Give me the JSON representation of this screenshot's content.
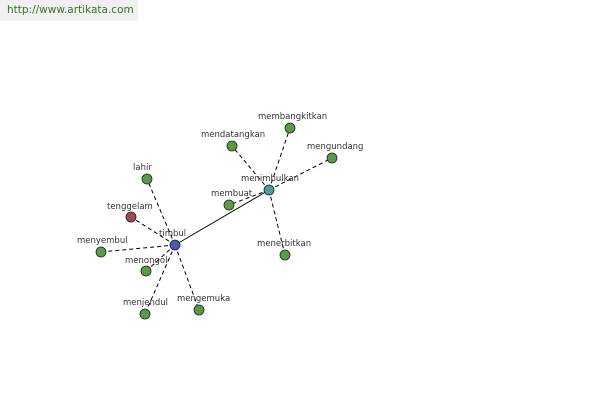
{
  "header": {
    "url": "http://www.artikata.com"
  },
  "colors": {
    "background": "#ffffff",
    "banner_background": "#f0f0f0",
    "banner_text": "#3d6f2c",
    "node_default": "#5a9a4a",
    "node_root": "#4a56b0",
    "node_hub": "#4f9a9a",
    "node_highlight": "#a04a4a",
    "edge": "#000000"
  },
  "graph": {
    "nodes": [
      {
        "id": "timbul",
        "label": "timbul",
        "role": "root"
      },
      {
        "id": "menimbulkan",
        "label": "menimbulkan",
        "role": "hub"
      },
      {
        "id": "membangkitkan",
        "label": "membangkitkan",
        "role": "default"
      },
      {
        "id": "mendatangkan",
        "label": "mendatangkan",
        "role": "default"
      },
      {
        "id": "mengundang",
        "label": "mengundang",
        "role": "default"
      },
      {
        "id": "membuat",
        "label": "membuat",
        "role": "default"
      },
      {
        "id": "menerbitkan",
        "label": "menerbitkan",
        "role": "default"
      },
      {
        "id": "lahir",
        "label": "lahir",
        "role": "default"
      },
      {
        "id": "tenggelam",
        "label": "tenggelam",
        "role": "highlight"
      },
      {
        "id": "menyembul",
        "label": "menyembul",
        "role": "default"
      },
      {
        "id": "menongol",
        "label": "menongol",
        "role": "default"
      },
      {
        "id": "menjendul",
        "label": "menjendul",
        "role": "default"
      },
      {
        "id": "mengemuka",
        "label": "mengemuka",
        "role": "default"
      }
    ],
    "edges": [
      {
        "from": "timbul",
        "to": "menimbulkan",
        "style": "solid"
      },
      {
        "from": "menimbulkan",
        "to": "membangkitkan",
        "style": "dashed"
      },
      {
        "from": "menimbulkan",
        "to": "mendatangkan",
        "style": "dashed"
      },
      {
        "from": "menimbulkan",
        "to": "mengundang",
        "style": "dashed"
      },
      {
        "from": "menimbulkan",
        "to": "membuat",
        "style": "dashed"
      },
      {
        "from": "menimbulkan",
        "to": "menerbitkan",
        "style": "dashed"
      },
      {
        "from": "timbul",
        "to": "lahir",
        "style": "dashed"
      },
      {
        "from": "timbul",
        "to": "tenggelam",
        "style": "dashed"
      },
      {
        "from": "timbul",
        "to": "menyembul",
        "style": "dashed"
      },
      {
        "from": "timbul",
        "to": "menongol",
        "style": "dashed"
      },
      {
        "from": "timbul",
        "to": "menjendul",
        "style": "dashed"
      },
      {
        "from": "timbul",
        "to": "mengemuka",
        "style": "dashed"
      }
    ]
  }
}
